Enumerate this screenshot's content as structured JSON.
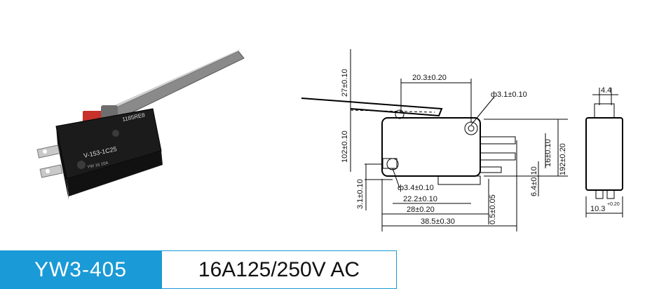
{
  "product": {
    "model": "YW3-405",
    "rating": "16A125/250V AC"
  },
  "photo": {
    "label_top": "1185RE8",
    "label_model": "V-153-1C25",
    "label_side": "YW 16 10A"
  },
  "dimensions": {
    "d_27": "27±0.10",
    "d_203": "20.3±0.20",
    "d_hole81": "ф3.1±0.10",
    "d_102": "102±0.10",
    "d_31": "3.1±0.10",
    "d_hole34": "ф3.4±0.10",
    "d_222": "22.2±0.10",
    "d_28": "28±0.20",
    "d_385": "38.5±0.30",
    "d_05": "0.5±0.05",
    "d_64": "6.4±0.10",
    "d_16": "16±0.10",
    "d_192": "192±0.20",
    "d_44": "4.4",
    "d_103": "10.3",
    "d_103_tol": "+0.20"
  },
  "colors": {
    "accent": "#1a9ad6"
  }
}
